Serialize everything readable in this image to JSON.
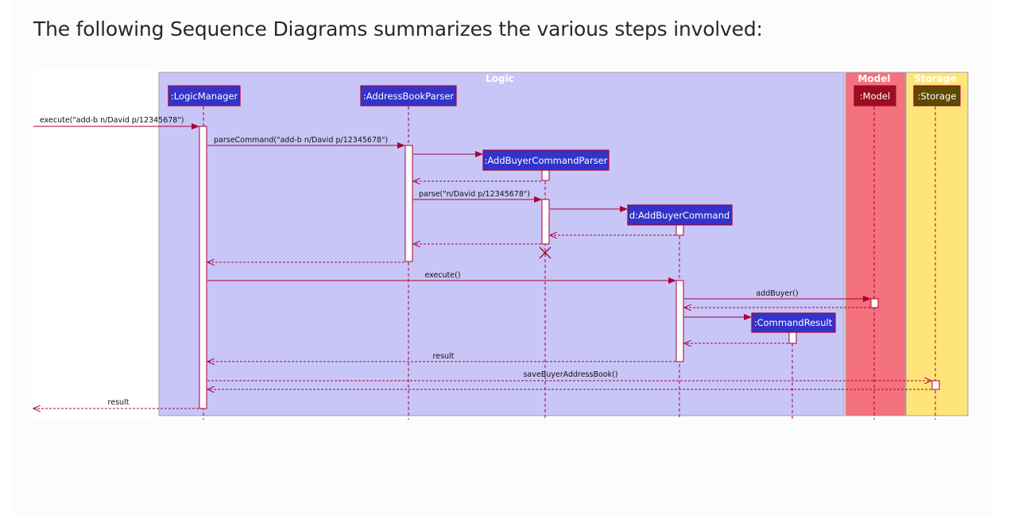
{
  "heading": "The following Sequence Diagrams summarizes the various steps involved:",
  "diagram": {
    "colors": {
      "logic_bg": "#c8c6f7",
      "model_bg": "#f4717e",
      "storage_bg": "#ffe47a",
      "participant_box": "#3333cc",
      "model_box": "#9b0e1f",
      "storage_box": "#5c4a00",
      "message_line": "#a80036"
    },
    "groups": {
      "logic": "Logic",
      "model": "Model",
      "storage": "Storage"
    },
    "participants": {
      "logic_manager": ":LogicManager",
      "address_book_parser": ":AddressBookParser",
      "add_buyer_command_parser": ":AddBuyerCommandParser",
      "add_buyer_command": "d:AddBuyerCommand",
      "command_result": ":CommandResult",
      "model": ":Model",
      "storage": ":Storage"
    },
    "messages": {
      "execute_input": "execute(\"add-b n/David p/12345678\")",
      "parse_command": "parseCommand(\"add-b n/David p/12345678\")",
      "parse": "parse(\"n/David p/12345678\")",
      "execute": "execute()",
      "add_buyer": "addBuyer()",
      "result_inner": "result",
      "save_buyer_address_book": "saveBuyerAddressBook()",
      "result_outer": "result"
    }
  }
}
